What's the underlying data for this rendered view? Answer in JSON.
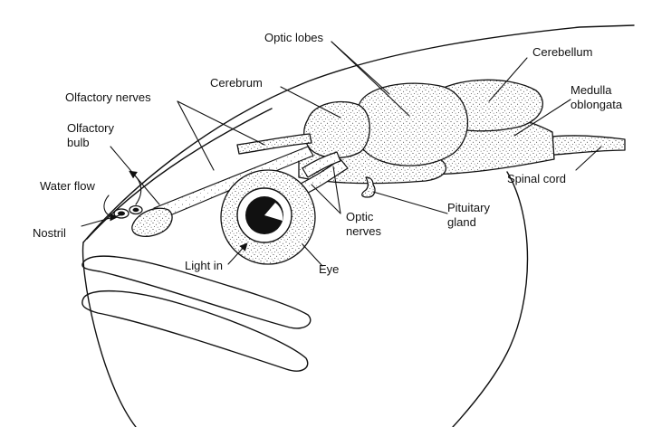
{
  "labels": {
    "optic_lobes": "Optic lobes",
    "cerebellum": "Cerebellum",
    "cerebrum": "Cerebrum",
    "medulla_line1": "Medulla",
    "medulla_line2": "oblongata",
    "olfactory_nerves": "Olfactory nerves",
    "olfactory_bulb_line1": "Olfactory",
    "olfactory_bulb_line2": "bulb",
    "water_flow": "Water flow",
    "nostril": "Nostril",
    "spinal_cord": "Spinal cord",
    "optic_nerves_line1": "Optic",
    "optic_nerves_line2": "nerves",
    "pituitary_line1": "Pituitary",
    "pituitary_line2": "gland",
    "light_in": "Light in",
    "eye": "Eye"
  }
}
